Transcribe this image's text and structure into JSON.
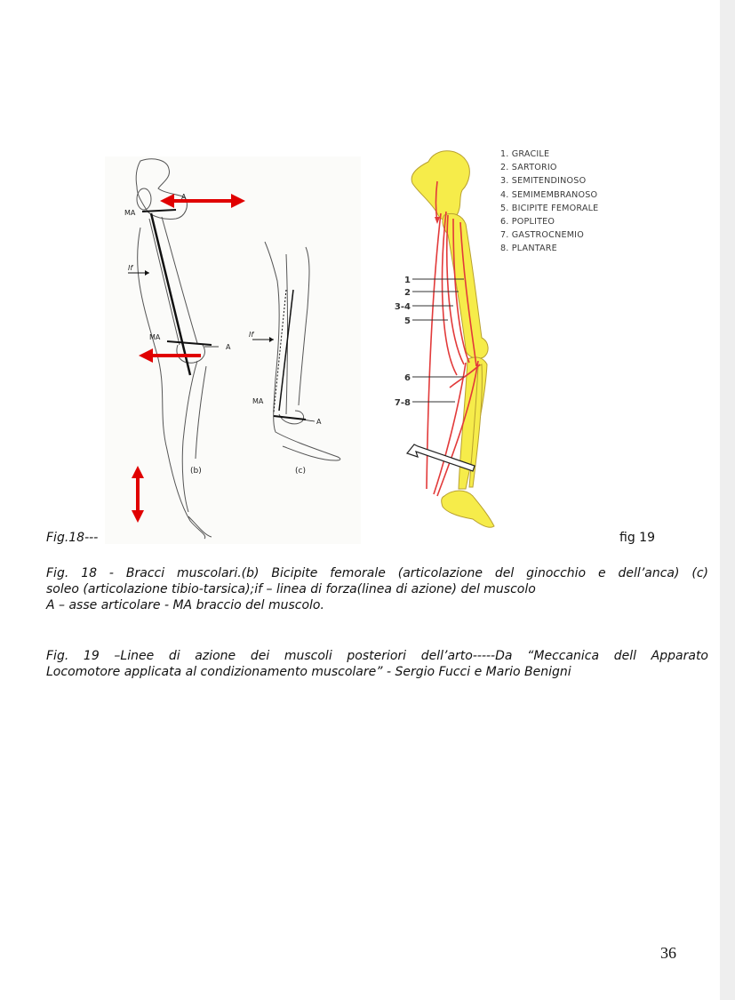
{
  "figure18": {
    "label_ma_hip": "MA",
    "label_if_thigh": "If",
    "label_ma_knee": "MA",
    "label_a_knee": "A",
    "label_if_leg": "If",
    "label_ma_ankle": "MA",
    "label_a_ankle": "A",
    "label_a_hip": "A",
    "label_b": "(b)",
    "label_c": "(c)",
    "caption_short": "Fig.18---"
  },
  "figure19": {
    "muscles": [
      "1. GRACILE",
      "2. SARTORIO",
      "3. SEMITENDINOSO",
      "4. SEMIMEMBRANOSO",
      "5. BICIPITE FEMORALE",
      "6. POPLITEO",
      "7. GASTROCNEMIO",
      "8. PLANTARE"
    ],
    "leader_labels": [
      "1",
      "2",
      "3-4",
      "5",
      "6",
      "7-8"
    ],
    "caption_short": "fig 19"
  },
  "captions": {
    "fig18_lines": [
      "Fig. 18 - Bracci muscolari.(b) Bicipite femorale (articolazione del ginocchio e dell’anca) (c)",
      "soleo (articolazione tibio-tarsica);if – linea di forza(linea di azione) del muscolo",
      "A – asse articolare - MA braccio del muscolo."
    ],
    "fig19_lines": [
      "Fig. 19 –Linee di azione dei muscoli posteriori dell’arto-----Da “Meccanica dell Apparato",
      "Locomotore applicata al condizionamento muscolare” - Sergio Fucci e Mario Benigni"
    ]
  },
  "page_number": "36",
  "colors": {
    "arrow_red": "#e00000",
    "bone_yellow": "#f6ec4a",
    "muscle_line_red": "#e23a3a"
  }
}
